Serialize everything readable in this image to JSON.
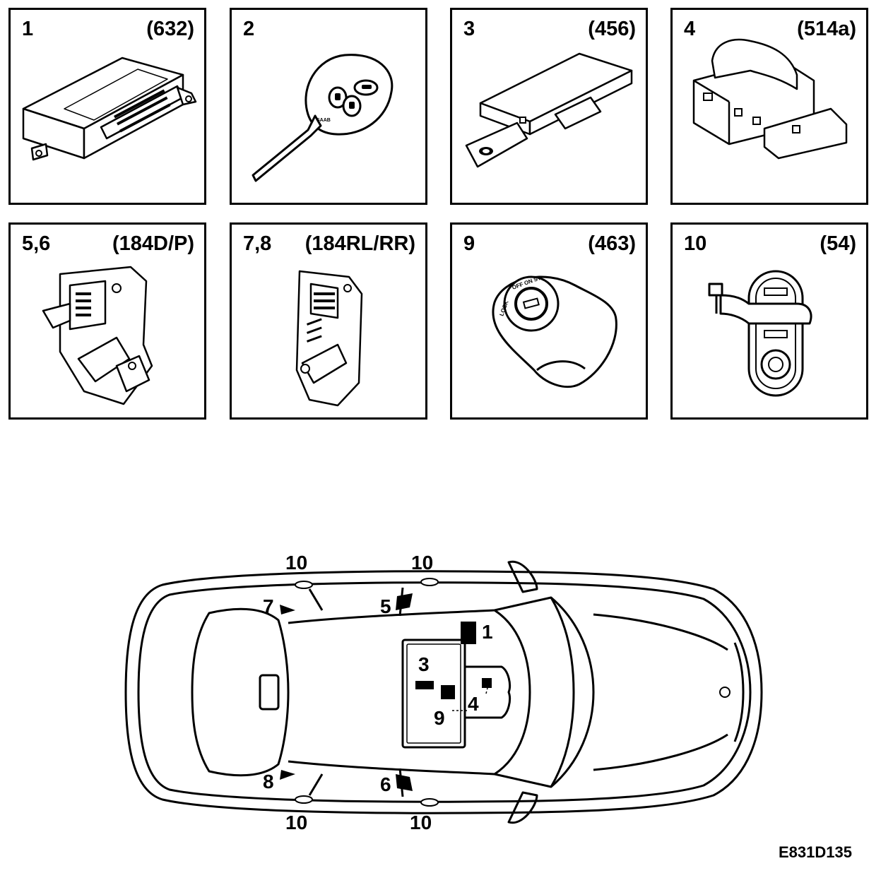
{
  "panels": [
    {
      "number": "1",
      "code": "(632)"
    },
    {
      "number": "2",
      "code": ""
    },
    {
      "number": "3",
      "code": "(456)"
    },
    {
      "number": "4",
      "code": "(514a)"
    },
    {
      "number": "5,6",
      "code": "(184D/P)"
    },
    {
      "number": "7,8",
      "code": "(184RL/RR)"
    },
    {
      "number": "9",
      "code": "(463)"
    },
    {
      "number": "10",
      "code": "(54)"
    }
  ],
  "car_callouts": {
    "door_top_rear": "10",
    "door_top_front": "10",
    "door_bottom_rear": "10",
    "door_bottom_front": "10",
    "lock_rear_left": "7",
    "lock_front_left": "5",
    "lock_rear_right": "8",
    "lock_front_right": "6",
    "module_1": "1",
    "module_3": "3",
    "module_4": "4",
    "module_9": "9"
  },
  "key_brand_text": "SAAB",
  "ignition_text": {
    "lock": "LOCK",
    "positions": "OFF ON ST"
  },
  "figure_reference": "E831D135"
}
